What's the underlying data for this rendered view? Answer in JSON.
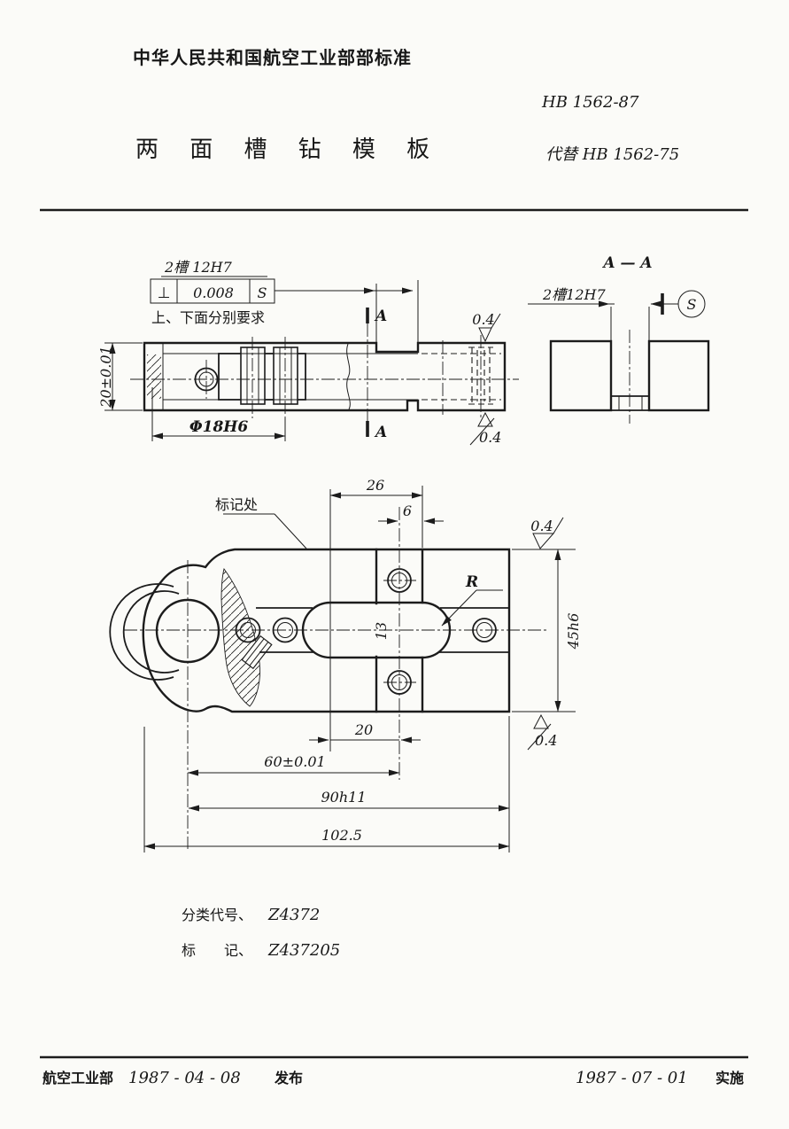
{
  "page": {
    "background": "#fbfbf8",
    "ink": "#1c1c1c"
  },
  "header": {
    "org_line": "中华人民共和国航空工业部部标准",
    "standard_no": "HB 1562-87",
    "title": "两 面 槽 钻 模 板",
    "supersedes": "代替 HB 1562-75"
  },
  "side_view": {
    "slot_note": "2槽 12H7",
    "fcf_symbol": "⊥",
    "fcf_value": "0.008",
    "fcf_datum": "S",
    "fcf_note": "上、下面分别要求",
    "section_label_top": "A",
    "section_label_bottom": "A",
    "dim_thickness": "20±0.01",
    "dim_bore": "Φ18H6",
    "rough_top": "0.4",
    "rough_bottom": "0.4"
  },
  "section_aa": {
    "title": "A — A",
    "slot_dim": "2槽12H7",
    "datum": "S"
  },
  "plan_view": {
    "mark_note": "标记处",
    "dim_26": "26",
    "dim_6": "6",
    "radius_label": "R",
    "dim_13": "13",
    "dim_45": "45h6",
    "rough_top": "0.4",
    "rough_bottom": "0.4",
    "dim_20": "20",
    "dim_60": "60±0.01",
    "dim_90": "90h11",
    "dim_102": "102.5"
  },
  "notes": {
    "class_label": "分类代号、",
    "class_value": "Z4372",
    "mark_label": "标　　记、",
    "mark_value": "Z437205"
  },
  "footer": {
    "org": "航空工业部",
    "issue_date": "1987 - 04 - 08",
    "issue_word": "发布",
    "impl_date": "1987 - 07 - 01",
    "impl_word": "实施"
  }
}
